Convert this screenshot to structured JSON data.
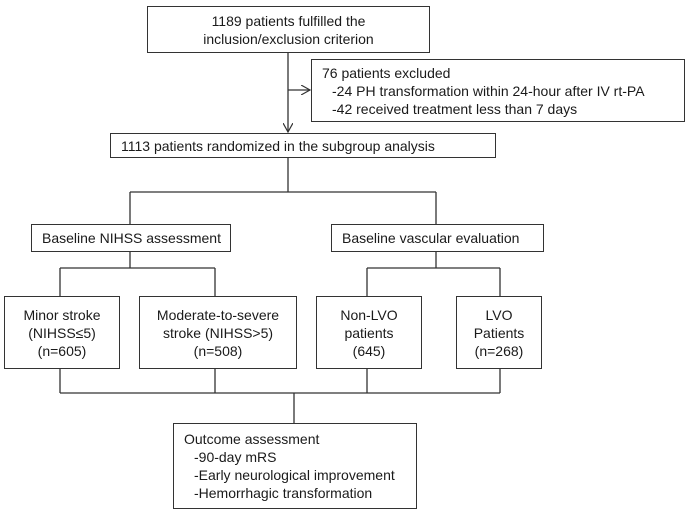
{
  "top_box": {
    "lines": [
      "1189 patients fulfilled the",
      "inclusion/exclusion criterion"
    ]
  },
  "excluded_box": {
    "title": "76 patients excluded",
    "items": [
      "-24 PH transformation within 24-hour after IV rt-PA",
      "-42 received  treatment less than 7 days"
    ]
  },
  "randomized_box": {
    "text": "1113 patients randomized in the subgroup analysis"
  },
  "nihss_box": {
    "text": "Baseline NIHSS assessment"
  },
  "vascular_box": {
    "text": "Baseline vascular evaluation"
  },
  "minor_box": {
    "lines": [
      "Minor stroke",
      "(NIHSS≤5)",
      "(n=605)"
    ]
  },
  "moderate_box": {
    "lines": [
      "Moderate-to-severe",
      "stroke (NIHSS>5)",
      "(n=508)"
    ]
  },
  "nonlvo_box": {
    "lines": [
      "Non-LVO",
      "patients",
      "(645)"
    ]
  },
  "lvo_box": {
    "lines": [
      "LVO",
      "Patients",
      "(n=268)"
    ]
  },
  "outcome_box": {
    "title": "Outcome assessment",
    "items": [
      "-90-day mRS",
      "-Early neurological improvement",
      "-Hemorrhagic transformation"
    ]
  }
}
